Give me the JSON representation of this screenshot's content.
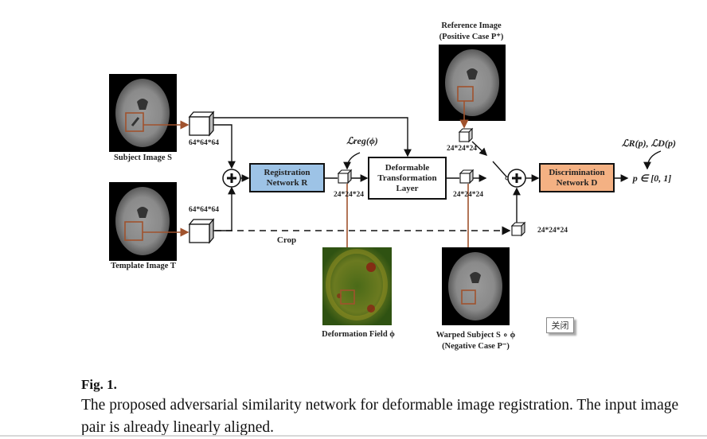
{
  "figure": {
    "subject_image_label": "Subject Image S",
    "template_image_label": "Template Image T",
    "reference_image_label_line1": "Reference Image",
    "reference_image_label_line2": "(Positive Case  P⁺)",
    "subject_patch_dim": "64*64*64",
    "template_patch_dim": "64*64*64",
    "registration_network_line1": "Registration",
    "registration_network_line2": "Network R",
    "reg_output_dim": "24*24*24",
    "loss_reg": "ℒreg(ϕ)",
    "transform_layer_line1": "Deformable",
    "transform_layer_line2": "Transformation",
    "transform_layer_line3": "Layer",
    "warped_output_dim": "24*24*24",
    "reference_patch_dim": "24*24*24",
    "crop_patch_dim": "24*24*24",
    "crop_label": "Crop",
    "discrimination_network_line1": "Discrimination",
    "discrimination_network_line2": "Network D",
    "loss_rd": "ℒR(p), ℒD(p)",
    "output_label": "p ∈ [0, 1]",
    "deformation_field_label": "Deformation Field ϕ",
    "warped_subject_label_line1": "Warped Subject S ∘ ϕ",
    "warped_subject_label_line2": "(Negative Case  P⁻)",
    "colors": {
      "registration_box": "#9dc3e6",
      "discrimination_box": "#f4b183",
      "patch_arrow": "#a0522d",
      "deformation_bg": "#3a5a12"
    }
  },
  "overlay": {
    "close_button_label": "关闭"
  },
  "caption": {
    "title": "Fig. 1.",
    "text": "The proposed adversarial similarity network for deformable image registration. The input image pair is already linearly aligned."
  }
}
